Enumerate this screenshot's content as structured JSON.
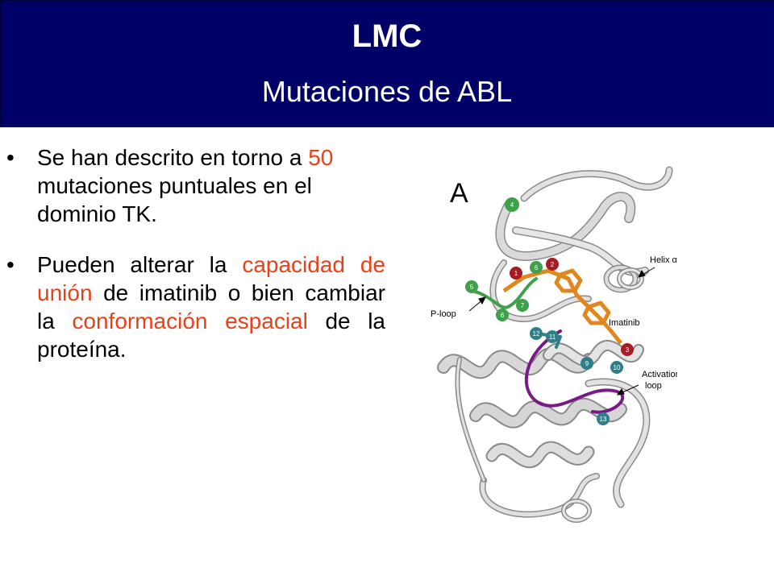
{
  "slide": {
    "title": "LMC",
    "subtitle": "Mutaciones de ABL"
  },
  "bullet1": {
    "p1": "Se han descrito en torno a ",
    "number": "50",
    "p2": " mutaciones puntuales en el dominio TK."
  },
  "bullet2": {
    "p1": "Pueden alterar la ",
    "hl1": "capacidad de unión",
    "p2": " de imatinib o bien cambiar la ",
    "hl2": "conformación espacial",
    "p3": " de la proteína."
  },
  "figure": {
    "panel_letter": "A",
    "labels": {
      "helix": "Helix αC",
      "ploop": "P-loop",
      "imatinib": "Imatinib",
      "activation1": "Activation",
      "activation2": "loop"
    },
    "markers": [
      "4",
      "1",
      "6",
      "2",
      "5",
      "7",
      "6",
      "12",
      "11",
      "3",
      "9",
      "10",
      "13"
    ],
    "colors": {
      "ribbon": "#d9d9d9",
      "ribbon_edge": "#8a8a8a",
      "drug": "#e0871f",
      "green": "#3fa04a",
      "red": "#a61c24",
      "teal": "#2f7f86",
      "purple": "#7a1a86"
    }
  }
}
